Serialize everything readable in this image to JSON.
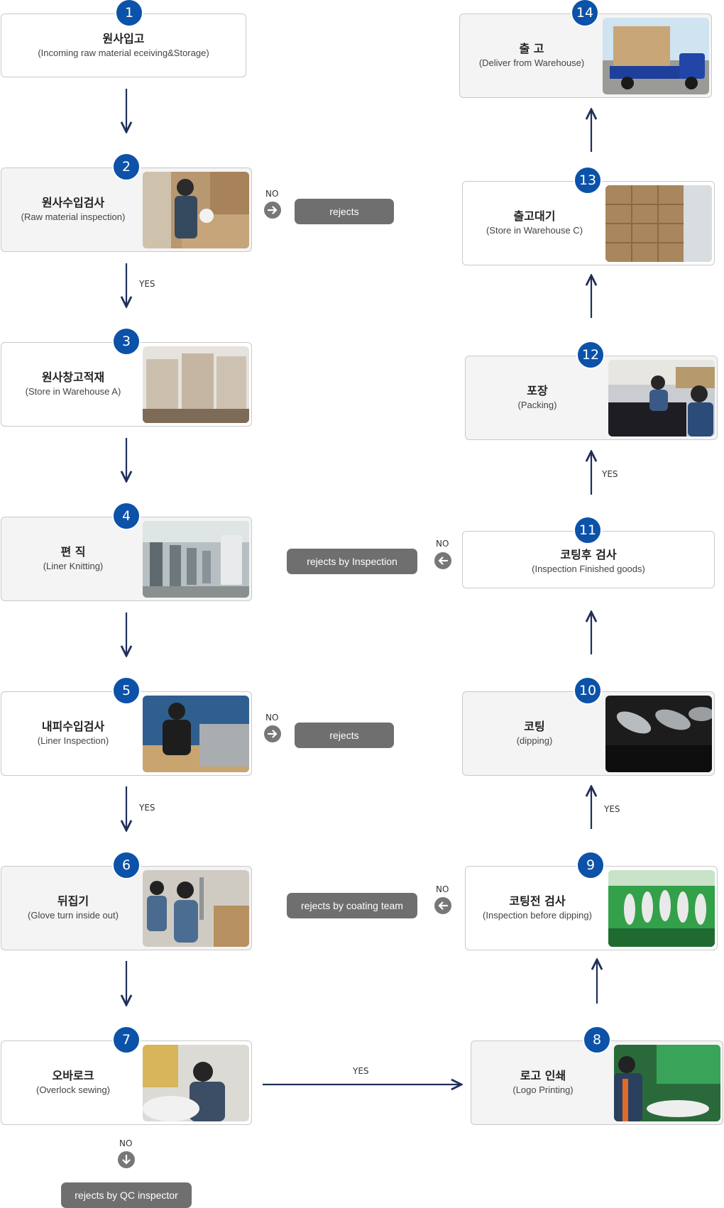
{
  "steps": [
    {
      "num": "1",
      "ko": "원사입고",
      "en": "(Incoming raw material eceiving&Storage)"
    },
    {
      "num": "2",
      "ko": "원사수입검사",
      "en": "(Raw material inspection)"
    },
    {
      "num": "3",
      "ko": "원사창고적재",
      "en": "(Store in Warehouse A)"
    },
    {
      "num": "4",
      "ko": "편 직",
      "en": "(Liner Knitting)"
    },
    {
      "num": "5",
      "ko": "내피수입검사",
      "en": "(Liner Inspection)"
    },
    {
      "num": "6",
      "ko": "뒤집기",
      "en": "(Glove turn inside out)"
    },
    {
      "num": "7",
      "ko": "오바로크",
      "en": "(Overlock sewing)"
    },
    {
      "num": "8",
      "ko": "로고 인쇄",
      "en": "(Logo Printing)"
    },
    {
      "num": "9",
      "ko": "코팅전 검사",
      "en": "(Inspection before dipping)"
    },
    {
      "num": "10",
      "ko": "코팅",
      "en": "(dipping)"
    },
    {
      "num": "11",
      "ko": "코팅후 검사",
      "en": "(Inspection Finished goods)"
    },
    {
      "num": "12",
      "ko": "포장",
      "en": "(Packing)"
    },
    {
      "num": "13",
      "ko": "출고대기",
      "en": "(Store in Warehouse C)"
    },
    {
      "num": "14",
      "ko": "출 고",
      "en": "(Deliver from Warehouse)"
    }
  ],
  "labels": {
    "yes": "YES",
    "no": "NO"
  },
  "rejects": {
    "step2": "rejects",
    "step5": "rejects",
    "step7": "rejects by QC inspector",
    "step9": "rejects by coating team",
    "step11": "rejects by Inspection"
  },
  "photos": {
    "step2": "worker-inspecting-yarn-photo",
    "step3": "warehouse-pallets-photo",
    "step4": "knitting-machines-photo",
    "step5": "liner-inspection-photo",
    "step6": "glove-turning-photo",
    "step7": "overlock-sewing-photo",
    "step8": "logo-printing-photo",
    "step9": "inspection-before-dipping-photo",
    "step10": "dipping-photo",
    "step12": "packing-photo",
    "step13": "warehouse-boxes-photo",
    "step14": "delivery-truck-photo"
  },
  "colors": {
    "badge": "#0b52a8",
    "arrow": "#1f2f5a",
    "pill": "#6f6f6f"
  }
}
